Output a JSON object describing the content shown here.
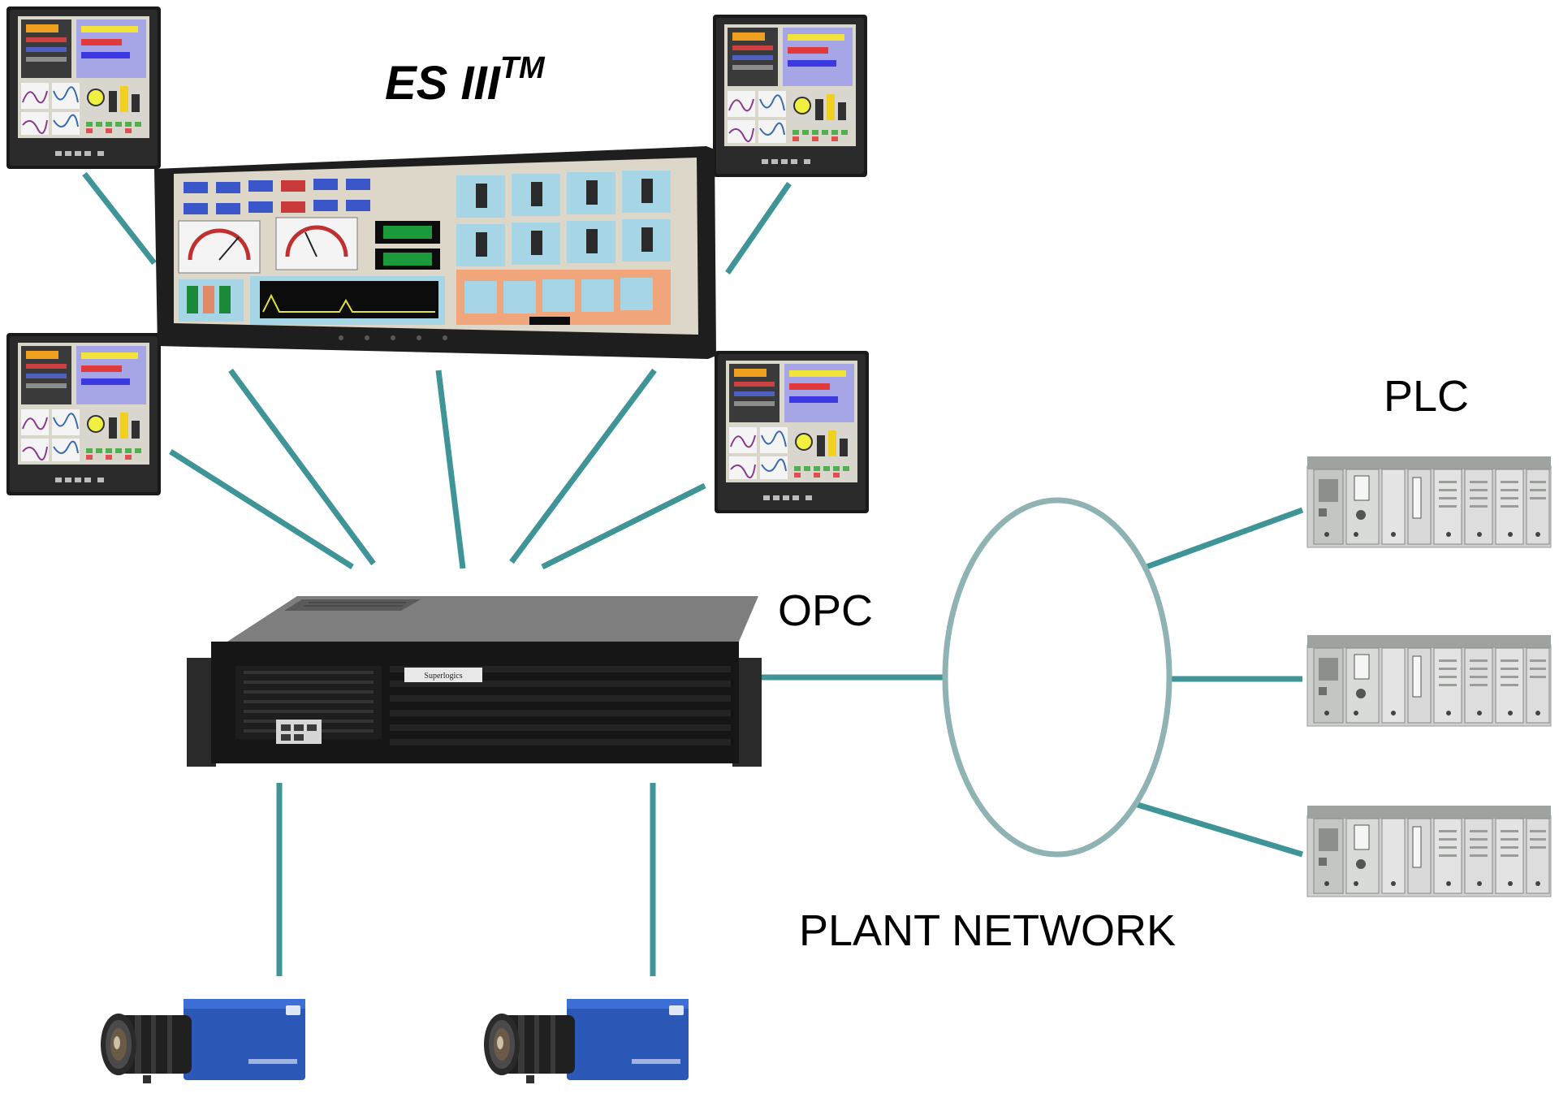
{
  "title": {
    "main": "ES III",
    "superscript": "TM"
  },
  "labels": {
    "opc": "OPC",
    "plc": "PLC",
    "plant_network": "PLANT NETWORK"
  },
  "server": {
    "brand": "Superlogics"
  },
  "colors": {
    "link": "#3f9497",
    "ring": "#8fb2b3",
    "bezel": "#1f1f1f",
    "screen_bg": "#dcd7c8",
    "camera_body": "#2c58b8",
    "plc_body": "#d3d5d3"
  },
  "icons": {
    "hmi_panel": "monitor-icon",
    "wide_panel": "wide-display-icon",
    "server": "rack-server-icon",
    "camera": "camera-icon",
    "plc": "plc-rack-icon"
  }
}
